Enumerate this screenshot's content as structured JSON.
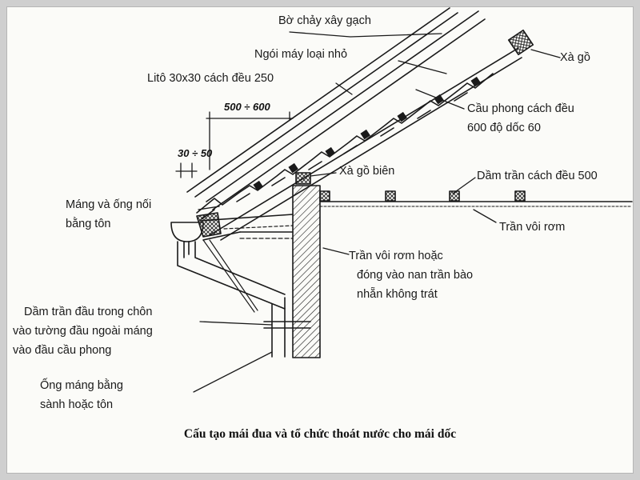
{
  "labels": {
    "bo_chay": "Bờ chảy xây gạch",
    "ngoi_may": "Ngói máy loại nhỏ",
    "lito": "Litô 30x30 cách đều 250",
    "xa_go": "Xà gồ",
    "cau_phong_1": "Cầu phong cách đều",
    "cau_phong_2": "600 độ dốc 60",
    "xa_go_bien": "Xà gồ biên",
    "dam_tran": "Dầm trần cách đều 500",
    "mang_1": "Máng và ống nối",
    "mang_2": "bằng tôn",
    "tran_voi_rom": "Trần vôi rơm",
    "tran_hoac_1": "Trần vôi rơm hoặc",
    "tran_hoac_2": "đóng vào nan trần bào",
    "tran_hoac_3": "nhẵn không trát",
    "dam_dau_1": "Dầm trần đầu trong chôn",
    "dam_dau_2": "vào tường đầu ngoài máng",
    "dam_dau_3": "vào đầu cầu phong",
    "ong_mang_1": "Ống máng bằng",
    "ong_mang_2": "sành hoặc tôn"
  },
  "dimensions": {
    "spacing": "500 ÷ 600",
    "height": "30 ÷ 50"
  },
  "caption": "Cấu tạo mái đua và tổ chức thoát nước cho mái dốc",
  "colors": {
    "ink": "#1a1a1a",
    "paper": "#fbfbf8",
    "border": "#cfcfcf"
  }
}
